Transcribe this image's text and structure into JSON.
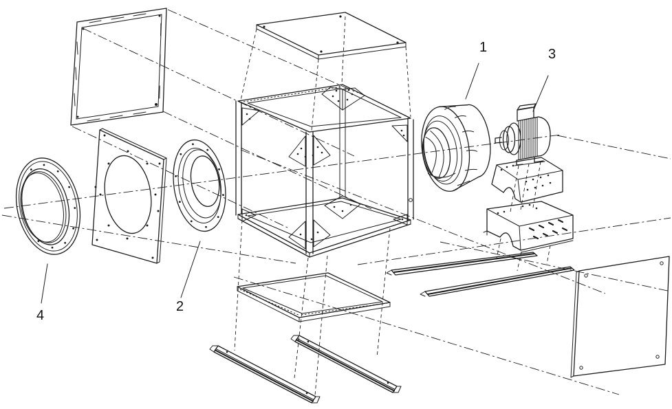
{
  "diagram": {
    "type": "exploded-assembly-drawing",
    "background": "#ffffff",
    "line_color": "#1c1c1c",
    "callouts": [
      {
        "number": "1",
        "part": "fan-impeller"
      },
      {
        "number": "2",
        "part": "inlet-cone"
      },
      {
        "number": "3",
        "part": "electric-motor"
      },
      {
        "number": "4",
        "part": "inlet-flange-ring"
      }
    ]
  }
}
